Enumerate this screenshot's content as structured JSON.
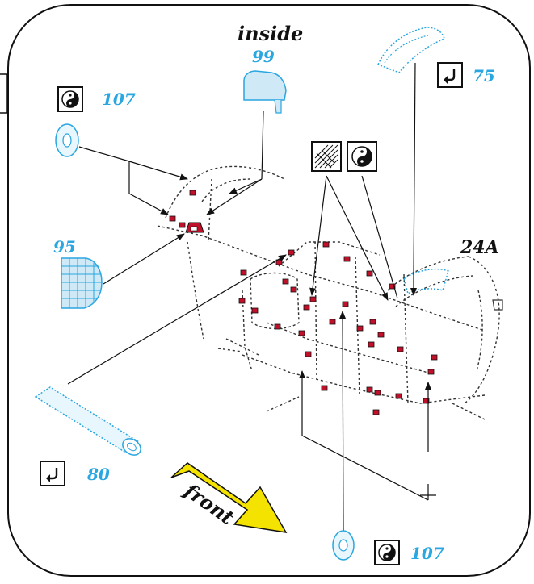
{
  "labels": {
    "inside": "inside",
    "part_99": "99",
    "part_75": "75",
    "part_107_top": "107",
    "part_95": "95",
    "section": "24A",
    "part_80": "80",
    "part_107_bottom": "107",
    "front": "front"
  },
  "icons": {
    "bend": "bend-arrow-icon",
    "paint": "yin-yang-paint-icon",
    "mesh": "mesh-pattern-icon"
  },
  "colors": {
    "photo_etch_part": "#2aa6e0",
    "rivet": "#c0102a",
    "front_arrow": "#f4e200",
    "outline": "#111111"
  }
}
